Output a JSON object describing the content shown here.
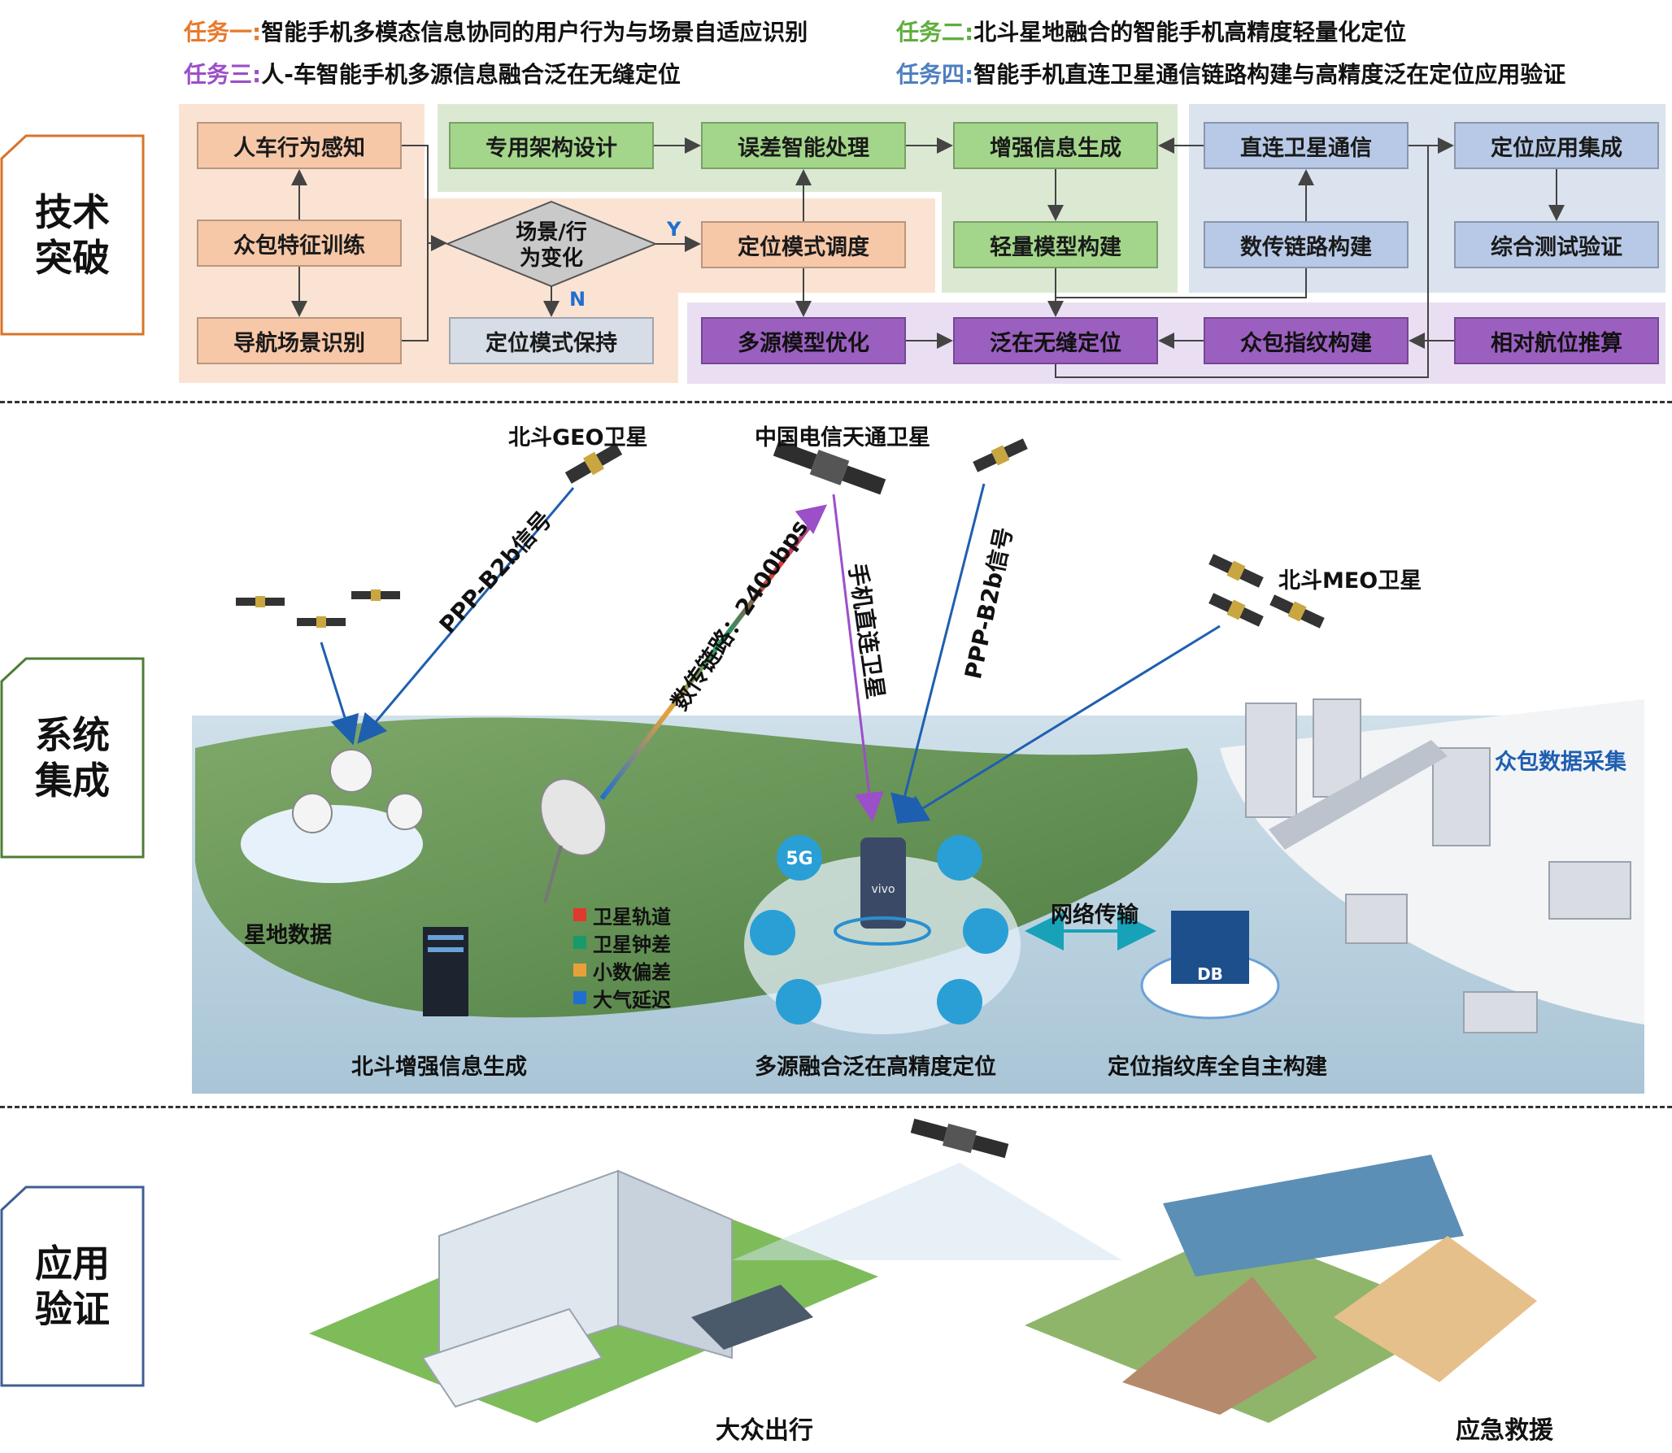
{
  "tasks": {
    "task1_tag": "任务一:",
    "task1_text": "智能手机多模态信息协同的用户行为与场景自适应识别",
    "task2_tag": "任务二:",
    "task2_text": "北斗星地融合的智能手机高精度轻量化定位",
    "task3_tag": "任务三:",
    "task3_text": "人-车智能手机多源信息融合泛在无缝定位",
    "task4_tag": "任务四:",
    "task4_text": "智能手机直连卫星通信链路构建与高精度泛在定位应用验证",
    "colors": {
      "task1": "#e8792b",
      "task2": "#5fae3c",
      "task3": "#9b4fc8",
      "task4": "#4f7fc0"
    }
  },
  "sections": {
    "tech": "技术\n突破",
    "system": "系统\n集成",
    "application": "应用\n验证"
  },
  "flow": {
    "renche": "人车行为感知",
    "zhongbao_train": "众包特征训练",
    "nav_scene": "导航场景识别",
    "decision": "场景/行\n为变化",
    "yes": "Y",
    "no": "N",
    "mode_keep": "定位模式保持",
    "arch": "专用架构设计",
    "error": "误差智能处理",
    "mode_sched": "定位模式调度",
    "enhance": "增强信息生成",
    "light": "轻量模型构建",
    "direct_sat": "直连卫星通信",
    "data_link": "数传链路构建",
    "app_integ": "定位应用集成",
    "test": "综合测试验证",
    "multi_opt": "多源模型优化",
    "ubiq": "泛在无缝定位",
    "fingerprint": "众包指纹构建",
    "dr": "相对航位推算"
  },
  "system": {
    "geo_sat": "北斗GEO卫星",
    "tiantong": "中国电信天通卫星",
    "meo_sat": "北斗MEO卫星",
    "ppp1": "PPP-B2b信号",
    "ppp2": "PPP-B2b信号",
    "datalink": "数传链路：2400bps",
    "direct": "手机直连卫星",
    "star_ground": "星地数据",
    "beidou_enh": "北斗增强信息生成",
    "multi_fusion": "多源融合泛在高精度定位",
    "fp_db": "定位指纹库全自主构建",
    "net": "网络传输",
    "crowd": "众包数据采集",
    "phone_brand": "vivo",
    "icon_5g": "5G",
    "db": "DB",
    "legend": [
      {
        "label": "卫星轨道",
        "color": "#e03a2e"
      },
      {
        "label": "卫星钟差",
        "color": "#1a9a6a"
      },
      {
        "label": "小数偏差",
        "color": "#e8a13a"
      },
      {
        "label": "大气延迟",
        "color": "#1f6fd0"
      }
    ]
  },
  "application": {
    "public": "大众出行",
    "rescue": "应急救援"
  }
}
